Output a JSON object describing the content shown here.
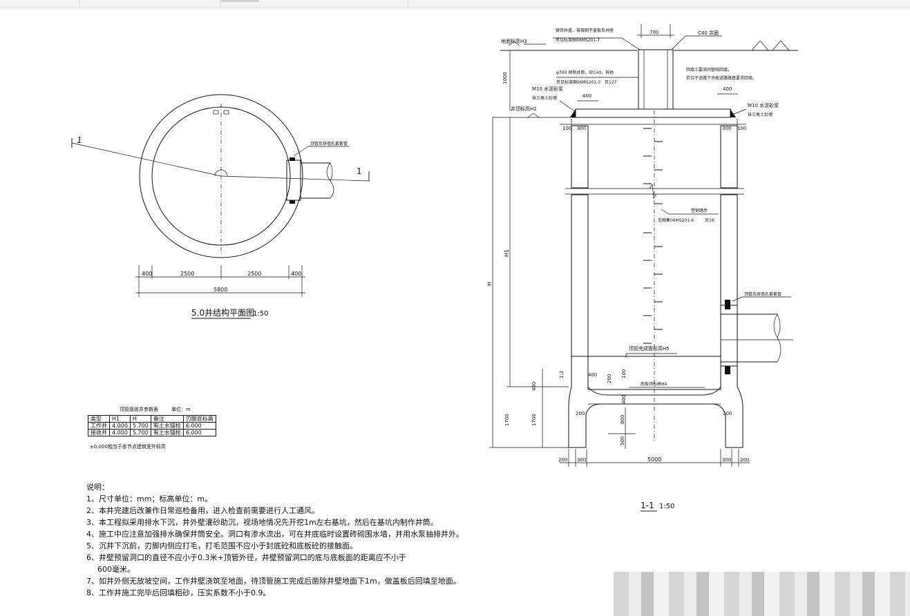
{
  "plan": {
    "section_mark_left": "1",
    "section_mark_right": "1",
    "pipe_label": "顶管及穿墙孔套套管",
    "dims": [
      "400",
      "2500",
      "2500",
      "400"
    ],
    "dim_total": "5800",
    "title": "5.0井结构平面图",
    "scale": "1:50"
  },
  "section": {
    "title": "1-1",
    "scale": "1:50",
    "ground_label": "地面标高H3",
    "cover_label_1": "铸铁井盖、玻璃钢子盖板及井座",
    "cover_label_2": "参见标准图06MS201-7",
    "dim_700": "700",
    "c40_label": "C40 井圈",
    "shaft_label_1": "φ700 预制井筒，砼C40，其他",
    "shaft_label_2": "参见标准图06MS201-3",
    "shaft_label_3": "页127",
    "dim_1000": "1000",
    "backfill_1": "回填土要求同管线回填，",
    "backfill_2": "若位于道路下须按道路路基要求回填。",
    "dim_400_left": "400",
    "dim_400_right": "400",
    "mortar_left_1": "M10 水泥砂浆",
    "mortar_left_2": "抹三角土封堵",
    "mortar_right_1": "M10 水泥砂浆",
    "mortar_right_2": "抹三角土封堵",
    "well_top_label": "井顶标高H2",
    "dim_100": "100",
    "dim_300": "300",
    "ladder_1": "塑钢踏步",
    "ladder_2": "见图集06MS201-6",
    "ladder_3": "页16",
    "pipe_label": "顶管及穿墙孔套套管",
    "h1_label": "H1",
    "h_label": "H",
    "bottom_label": "顶管完成面标高H5",
    "floor_label": "底板顶标高H4",
    "slope_label": "1:2",
    "dim_200": "200",
    "dim_400": "400",
    "dim_800": "800",
    "dim_1700": "1700",
    "dim_500": "500",
    "dim_5000": "5000"
  },
  "param_table": {
    "title": "顶管接收井参数表",
    "unit": "单位：m",
    "headers": [
      "类型",
      "H1",
      "H",
      "备注",
      "刃脚底标高"
    ],
    "rows": [
      [
        "工作井",
        "4.000",
        "5.700",
        "有土水锚栓",
        "6.000"
      ],
      [
        "接收井",
        "4.000",
        "5.700",
        "有土水锚栓",
        "6.000"
      ]
    ],
    "note": "±0.000相当于各节点建筑室外标高"
  },
  "notes": {
    "heading": "说明：",
    "items": [
      "1、尺寸单位：mm；标高单位：m。",
      "2、本井完建后改兼作日常巡检备用，进入检查前需要进行人工通风。",
      "3、本工程拟采用排水下沉，井外壁灌砂助沉，视场地情况先开挖1m左右基坑，然后在基坑内制作井筒。",
      "4、施工中应注意加强排水确保井筒安全。洞口有渗水流出，可在井底临时设置砖砌围水墙，并用水泵抽排井外。",
      "5、沉井下沉前，刃脚内侧应打毛，打毛范围不应小于封底砼和底板砼的接触面。",
      "6、井壁预留洞口的直径不应小于0.3米+顶管外径，井壁预留洞口的底与底板面的距离应不小于",
      "600毫米。",
      "7、如井外侧无放坡空间，工作井壁浇筑至地面，待顶管施工完成后凿除井壁地面下1m，做盖板后回填至地面。",
      "8、工作井施工完毕后回填粗砂，压实系数不小于0.9。"
    ]
  }
}
